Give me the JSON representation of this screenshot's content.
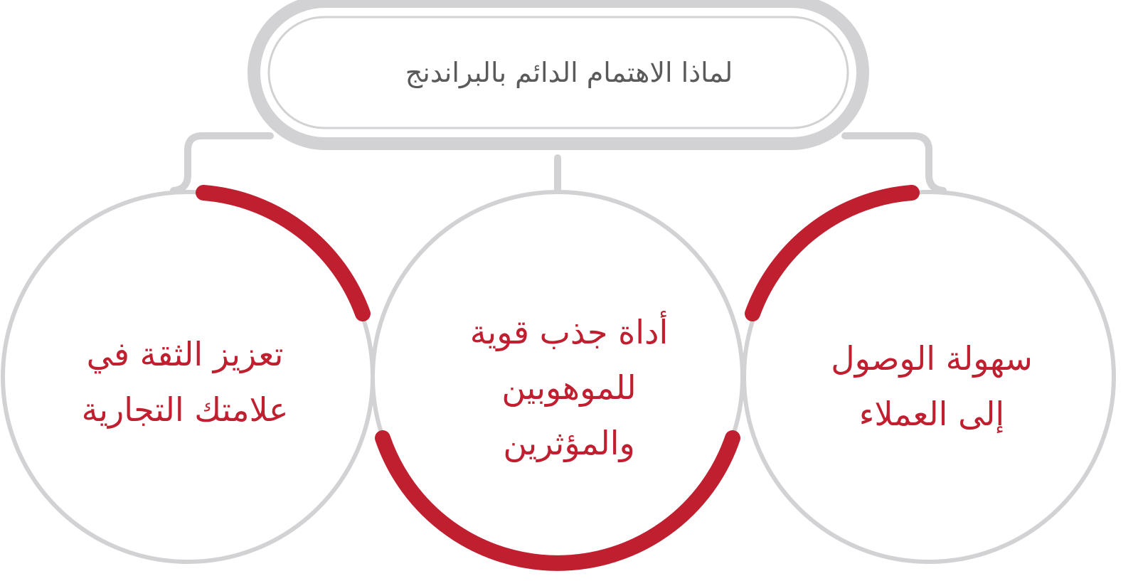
{
  "title": "لماذا الاهتمام الدائم بالبراندنج",
  "nodes": {
    "left": {
      "lines": [
        "تعزيز الثقة في",
        "علامتك التجارية"
      ]
    },
    "center": {
      "lines": [
        "أداة جذب قوية",
        "للموهوبين",
        "والمؤثرين"
      ]
    },
    "right": {
      "lines": [
        "سهولة الوصول",
        "إلى العملاء"
      ]
    }
  },
  "colors": {
    "accent": "#c01f30",
    "outline": "#d2d2d4",
    "title_text": "#5a5a5a"
  }
}
